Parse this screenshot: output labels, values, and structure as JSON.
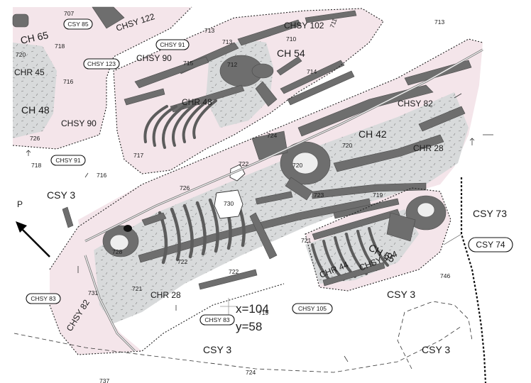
{
  "labels": {
    "chsy_102": "CHSY 102",
    "chsy_122": "CHSY 122",
    "chsy_90_top": "CHSY 90",
    "chsy_90_left": "CHSY 90",
    "chsy_82_right": "CHSY 82",
    "chsy_82_left": "CHSY 82",
    "chsy_104": "CHSY 104",
    "ch_54": "CH 54",
    "ch_42": "CH 42",
    "ch_48": "CH 48",
    "ch_65": "CH 65",
    "ch_55": "CH 55",
    "chr_45": "CHR 45",
    "chr_48": "CHR 48",
    "chr_28_right": "CHR 28",
    "chr_28_left": "CHR 28",
    "chr_44": "CHR 44",
    "csy_3_left": "CSY 3",
    "csy_3_bottom": "CSY 3",
    "csy_3_mid": "CSY 3",
    "csy_3_right": "CSY 3",
    "csy_73": "CSY 73"
  },
  "boxed_labels": {
    "csy_85": "CSY 85",
    "chsy_123": "CHSY 123",
    "chsy_91_top": "CHSY 91",
    "chsy_91_left": "CHSY 91",
    "chsy_83_left": "CHSY 83",
    "chsy_83_bottom": "CHSY 83",
    "chsy_105": "CHSY 105",
    "csy_74": "CSY 74"
  },
  "feature_numbers": {
    "n707": "707",
    "n713a": "713",
    "n713b": "713",
    "n713c": "713",
    "n710": "710",
    "n711": "711",
    "n712": "712",
    "n714": "714",
    "n715": "715",
    "n716a": "716",
    "n716b": "716",
    "n717": "717",
    "n718a": "718",
    "n718b": "718",
    "n719a": "719",
    "n719b": "719",
    "n720a": "720",
    "n720b": "720",
    "n720c": "720",
    "n721a": "721",
    "n721b": "721",
    "n722a": "722",
    "n722b": "722",
    "n722c": "722",
    "n723": "723",
    "n724a": "724",
    "n724b": "724",
    "n726a": "726",
    "n726b": "726",
    "n728": "728",
    "n730": "730",
    "n731": "731",
    "n737": "737",
    "n746": "746"
  },
  "coordinates": {
    "x": "x=104",
    "y": "y=58"
  },
  "north_arrow": {
    "label": "P"
  },
  "colors": {
    "pink_fill": "#f4e5ea",
    "grey_fill": "#d8dadb",
    "bone": "#6e6e6e",
    "outline": "#222222"
  }
}
